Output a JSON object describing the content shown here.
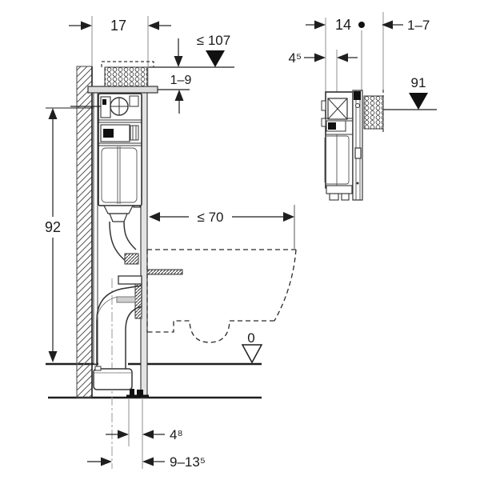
{
  "colors": {
    "ink": "#1f1f1f",
    "guide": "#8f8f8f",
    "background": "#ffffff"
  },
  "front_view": {
    "dims": {
      "frame_depth": "17",
      "install_height_max": "≤ 107",
      "top_plate_range": "1–9",
      "frame_height": "92",
      "bowl_projection_max": "≤ 70",
      "floor_level": "0",
      "outlet_offset": "4⁸",
      "outlet_adjust_range": "9–13⁵"
    }
  },
  "side_view": {
    "dims": {
      "frame_depth": "14",
      "valve_offset": "4⁵",
      "wall_lining_range": "1–7",
      "marker_height": "91"
    }
  }
}
